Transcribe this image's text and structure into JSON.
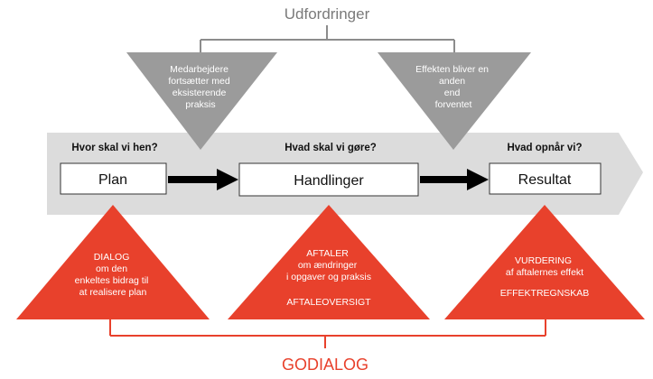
{
  "top_label": "Udfordringer",
  "bottom_label": "GODIALOG",
  "challenges": [
    {
      "lines": [
        "Medarbejdere",
        "fortsætter med",
        "eksisterende",
        "praksis"
      ]
    },
    {
      "lines": [
        "Effekten bliver en",
        "anden",
        "end",
        "forventet"
      ]
    }
  ],
  "questions": [
    "Hvor skal vi hen?",
    "Hvad skal vi gøre?",
    "Hvad opnår vi?"
  ],
  "steps": [
    "Plan",
    "Handlinger",
    "Resultat"
  ],
  "outcomes": [
    {
      "lines": [
        "DIALOG",
        "om den",
        "enkeltes bidrag til",
        "at realisere plan"
      ],
      "extra": ""
    },
    {
      "lines": [
        "AFTALER",
        "om ændringer",
        "i opgaver og praksis"
      ],
      "extra": "AFTALEOVERSIGT"
    },
    {
      "lines": [
        "VURDERING",
        "af aftalernes effekt"
      ],
      "extra": "EFFEKTREGNSKAB"
    }
  ],
  "colors": {
    "band": "#dcdcdc",
    "challenge_triangle": "#9b9b9b",
    "outcome_triangle": "#e8412c",
    "accent_text": "#e8412c",
    "connector_gray": "#8c8c8c",
    "arrow": "#000000",
    "box_border": "#333333"
  }
}
